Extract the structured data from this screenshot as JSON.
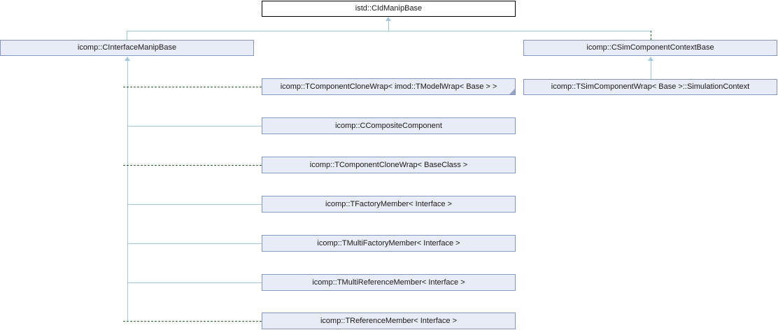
{
  "diagram": {
    "type": "class-inheritance-graph",
    "colors": {
      "edge_public": "#a3c7e0",
      "edge_protected": "#2a6a2a",
      "node_fill": "#e8ecf6",
      "node_border": "#8595bf",
      "root_fill": "#ffffff",
      "root_border": "#000000",
      "fold_color": "#99a5c0",
      "text_color": "#1a1a1a"
    },
    "nodes": {
      "root": {
        "label": "istd::CIdManipBase"
      },
      "left_base": {
        "label": "icomp::CInterfaceManipBase"
      },
      "right_base": {
        "label": "icomp::CSimComponentContextBase"
      },
      "clone_model": {
        "label": "icomp::TComponentCloneWrap< imod::TModelWrap< Base > >",
        "truncated": true
      },
      "sim_context": {
        "label": "icomp::TSimComponentWrap< Base >::SimulationContext"
      },
      "composite": {
        "label": "icomp::CCompositeComponent"
      },
      "clone_baseclass": {
        "label": "icomp::TComponentCloneWrap< BaseClass >"
      },
      "factory": {
        "label": "icomp::TFactoryMember< Interface >"
      },
      "multi_factory": {
        "label": "icomp::TMultiFactoryMember< Interface >"
      },
      "multi_reference": {
        "label": "icomp::TMultiReferenceMember< Interface >"
      },
      "reference": {
        "label": "icomp::TReferenceMember< Interface >"
      }
    },
    "edges": {
      "left_base_to_root": "public",
      "right_base_to_root": "protected",
      "clone_model_to_left_base": "protected",
      "composite_to_left_base": "public",
      "clone_baseclass_to_left_base": "protected",
      "factory_to_left_base": "public",
      "multi_factory_to_left_base": "public",
      "multi_reference_to_left_base": "public",
      "reference_to_left_base": "protected",
      "sim_context_to_right_base": "public"
    }
  }
}
